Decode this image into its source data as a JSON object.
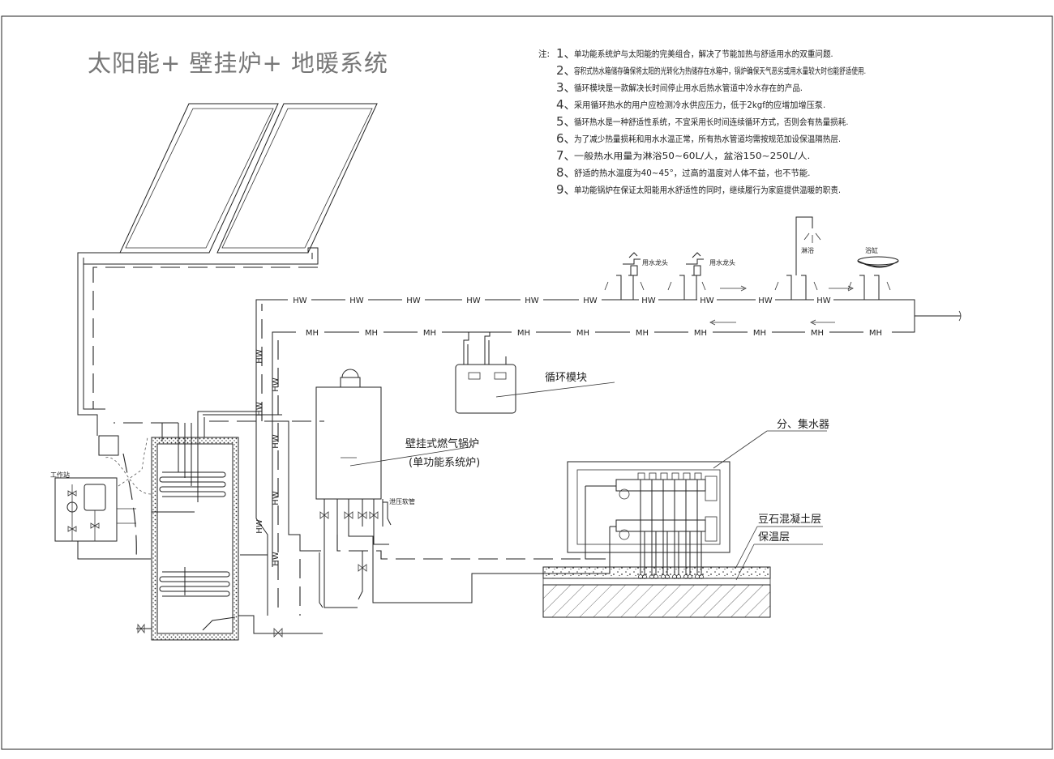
{
  "title": "太阳能+ 壁挂炉+ 地暖系统",
  "notes": {
    "prefix": "注:",
    "items": [
      {
        "num": "1、",
        "text": "单功能系统炉与太阳能的完美组合，解决了节能加热与舒适用水的双重问题."
      },
      {
        "num": "2、",
        "text": "容积式热水箱储存确保将太阳的光转化为热储存在水箱中，锅炉确保天气恶劣或用水量较大时也能舒适使用."
      },
      {
        "num": "3、",
        "text": "循环模块是一款解决长时间停止用水后热水管道中冷水存在的产品."
      },
      {
        "num": "4、",
        "text": "采用循环热水的用户应检测冷水供应压力，低于2kgf的应增加增压泵."
      },
      {
        "num": "5、",
        "text": "循环热水是一种舒适性系统，不宜采用长时间连续循环方式，否则会有热量损耗."
      },
      {
        "num": "6、",
        "text": "为了减少热量损耗和用水水温正常，所有热水管道均需按规范加设保温隔热层."
      },
      {
        "num": "7、",
        "text": "一般热水用量为淋浴50~60L/人，盆浴150~250L/人."
      },
      {
        "num": "8、",
        "text": "舒适的热水温度为40~45°，过高的温度对人体不益，也不节能."
      },
      {
        "num": "9、",
        "text": "单功能锅炉在保证太阳能用水舒适性的同时，继续履行为家庭提供温暖的职责."
      }
    ]
  },
  "pipes": {
    "hw": "HW",
    "mh": "MH"
  },
  "labels": {
    "faucet1": "用水龙头",
    "faucet2": "用水龙头",
    "shower": "淋浴",
    "basin": "浴缸",
    "circulation_module": "循环模块",
    "boiler_name": "壁挂式燃气锅炉",
    "boiler_sub": "(单功能系统炉)",
    "manifold": "分、集水器",
    "concrete": "豆石混凝土层",
    "insulation": "保温层",
    "work_station": "工作站",
    "relief_pipe": "泄压软管"
  }
}
